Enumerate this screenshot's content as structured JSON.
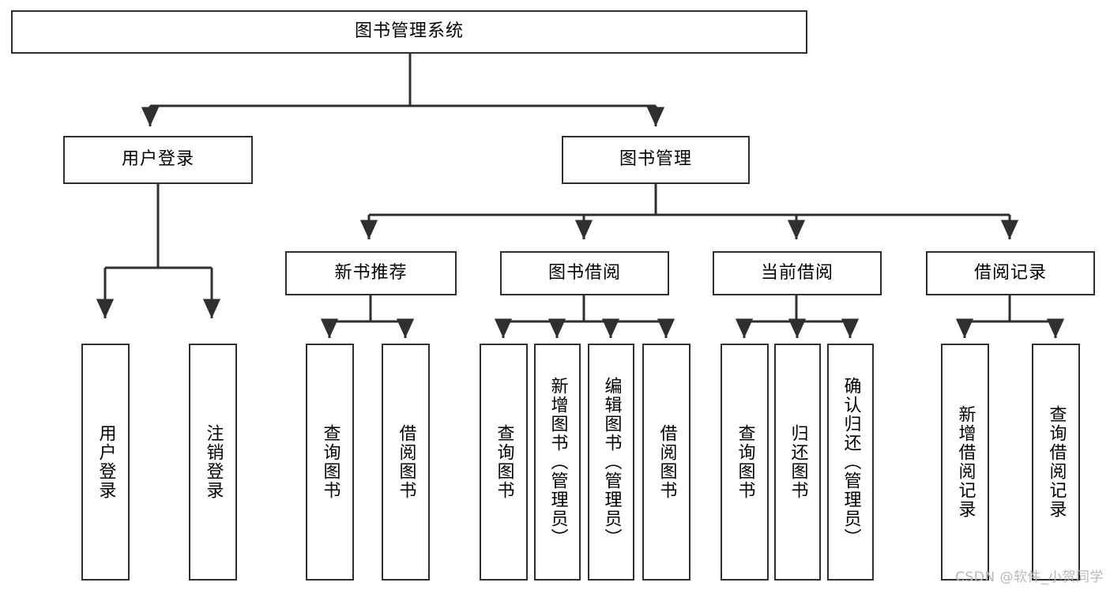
{
  "diagram": {
    "title": "图书管理系统",
    "type": "tree-hierarchy-chart",
    "watermark": "CSDN @软件_小贺同学",
    "line_color": "#2f2f2f",
    "text_color": "#000000",
    "background": "#ffffff"
  },
  "root": {
    "label": "图书管理系统"
  },
  "level2": [
    {
      "label": "用户登录"
    },
    {
      "label": "图书管理"
    }
  ],
  "level3": [
    {
      "label": "新书推荐"
    },
    {
      "label": "图书借阅"
    },
    {
      "label": "当前借阅"
    },
    {
      "label": "借阅记录"
    }
  ],
  "leaves": {
    "user_login": [
      {
        "label": "用户登录"
      },
      {
        "label": "注销登录"
      }
    ],
    "new_book_recommend": [
      {
        "label": "查询图书"
      },
      {
        "label": "借阅图书"
      }
    ],
    "book_borrow": [
      {
        "label": "查询图书"
      },
      {
        "label": "新增图书（管理员）"
      },
      {
        "label": "编辑图书（管理员）"
      },
      {
        "label": "借阅图书"
      }
    ],
    "current_borrow": [
      {
        "label": "查询图书"
      },
      {
        "label": "归还图书"
      },
      {
        "label": "确认归还（管理员）"
      }
    ],
    "borrow_record": [
      {
        "label": "新增借阅记录"
      },
      {
        "label": "查询借阅记录"
      }
    ]
  }
}
